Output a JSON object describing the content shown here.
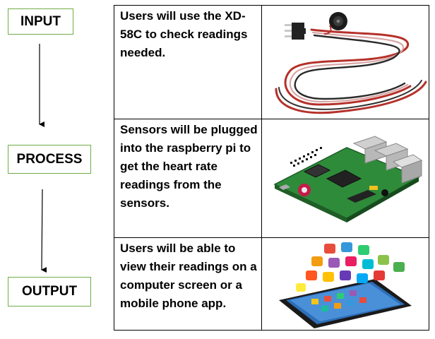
{
  "stages": {
    "input": "INPUT",
    "process": "PROCESS",
    "output": "OUTPUT"
  },
  "rows": [
    {
      "text": "Users will use the XD-58C to check readings needed.",
      "image": "pulse-sensor-icon"
    },
    {
      "text": "Sensors will be plugged into the raspberry pi to get the heart rate readings from the sensors.",
      "image": "raspberry-pi-board-icon"
    },
    {
      "text": "Users will be able to view their readings on a computer screen or a mobile phone app.",
      "image": "smartphone-apps-icon"
    }
  ],
  "colors": {
    "box_border": "#70ad47",
    "pcb_green": "#2e8b3a",
    "wire_red": "#c0392b"
  }
}
